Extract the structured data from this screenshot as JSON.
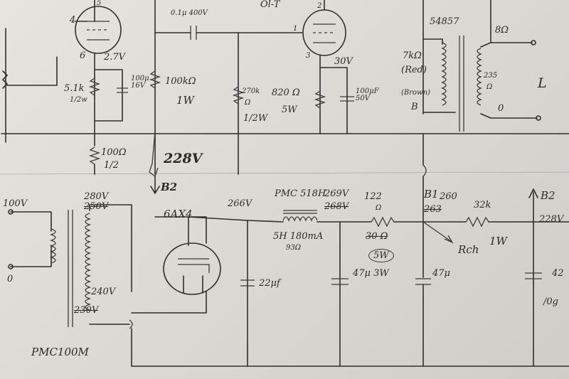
{
  "labels": {
    "pin5": "5",
    "pin4": "4",
    "pin6": "6",
    "v27": "2.7V",
    "cap_01u": "0.1μ 400V",
    "pin2": "2",
    "pin1": "1",
    "pin3": "3",
    "v30": "30V",
    "trans_54857": "54857",
    "ohm8": "8Ω",
    "k7": "7kΩ",
    "red": "(Red)",
    "brown": "(Brown)",
    "B": "B",
    "r235": "235",
    "ohm235": "Ω",
    "L": "L",
    "zero_out": "0",
    "r51k": "5.1k",
    "w_half_1": "1/2w",
    "c100u16": "100μ 16V",
    "r100k": "100kΩ",
    "w1": "1W",
    "r270k": "270k",
    "ohm270": "Ω",
    "w_half_2": "1/2W",
    "r820": "820 Ω",
    "w5_820": "5W",
    "c100u50": "100μF 50V",
    "r100": "100Ω",
    "w_half_3": "1/2",
    "v228_top": "228V",
    "B2_arrow": "B2",
    "v100": "100V",
    "v280": "280V",
    "v250_strike": "250V",
    "zero_in": "0",
    "v240": "240V",
    "v230": "230V",
    "tube6ax4": "6AX4",
    "v266": "266V",
    "choke_pmc": "PMC 518H",
    "v269": "269V",
    "v268_strike": "268V",
    "r122": "122",
    "ohm122": "Ω",
    "r30_strike": "30 Ω",
    "w5_circ": "5W",
    "c47u_3w": "47μ 3W",
    "c22u": "22μf",
    "choke_5h": "5H 180mA",
    "choke_93": "93Ω",
    "B1": "B1",
    "v260": "260",
    "v263_strike": "263",
    "r32k": "32k",
    "w1_32k": "1W",
    "Rch": "Rch",
    "c47u": "47μ",
    "B2_right": "B2",
    "v228_right": "228V",
    "c42": "42",
    "v_partial": "/0g",
    "pmc100m": "PMC100M",
    "top_partial": "Ol-T"
  }
}
